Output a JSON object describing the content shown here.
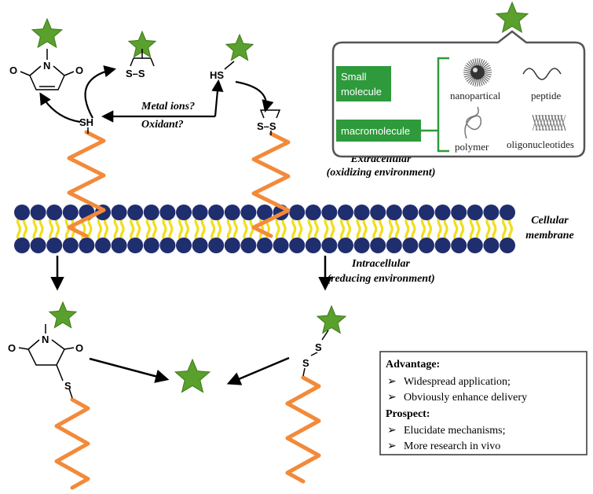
{
  "colors": {
    "star": "#5aa02c",
    "star_stroke": "#3d7a1a",
    "coil": "#f28a3a",
    "bead": "#1f2e6e",
    "tail": "#f1de1c",
    "green_box": "#2e9a3c",
    "bracket": "#2e9a3c"
  },
  "chemistry": {
    "thiol_top_left": "SH",
    "thiol_top_right": "HS",
    "disulfide_top": "S–S",
    "disulfide_right": "S–S",
    "maleimide_n_top": "N",
    "maleimide_o_left_top": "O",
    "maleimide_o_right_top": "O",
    "maleimide_n_bottom": "N",
    "maleimide_o_left_bottom": "O",
    "maleimide_o_right_bottom": "O",
    "thioether_s": "S",
    "disulfide_bottom_s1": "S",
    "disulfide_bottom_s2": "S"
  },
  "labels": {
    "metal_ions": "Metal ions?",
    "oxidant": "Oxidant?",
    "extracellular_line1": "Extracellular",
    "extracellular_line2": "(oxidizing environment)",
    "membrane_line1": "Cellular",
    "membrane_line2": "membrane",
    "intracellular_line1": "Intracellular",
    "intracellular_line2": "(reducing environment)"
  },
  "cargo_legend": {
    "small_molecule_line1": "Small",
    "small_molecule_line2": "molecule",
    "macromolecule": "macromolecule",
    "items": [
      "nanopartical",
      "peptide",
      "polymer",
      "oligonucleotides"
    ]
  },
  "summary_box": {
    "advantage_title": "Advantage:",
    "advantages": [
      "Widespread application;",
      "Obviously enhance delivery"
    ],
    "prospect_title": "Prospect:",
    "prospects": [
      "Elucidate mechanisms;",
      "More research in vivo"
    ],
    "bullet": "➢"
  }
}
